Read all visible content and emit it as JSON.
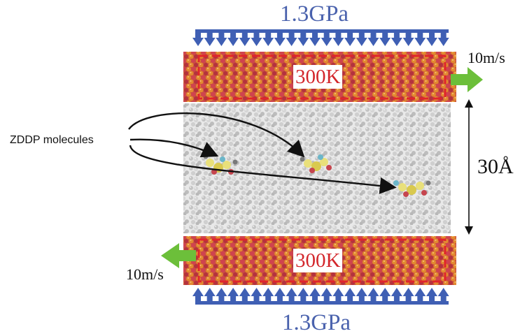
{
  "labels": {
    "pressure_top": "1.3GPa",
    "pressure_bottom": "1.3GPa",
    "speed_top": "10m/s",
    "speed_bottom": "10m/s",
    "temp_top": "300K",
    "temp_bottom": "300K",
    "gap_thickness": "30Å",
    "molecules": "ZDDP molecules"
  },
  "colors": {
    "pressure_arrows": "#3f5fb4",
    "velocity_arrows": "#6cbf3a",
    "thermostat_box": "#e0252b",
    "wall_atoms": [
      "#c0404a",
      "#e08a2e",
      "#b85a3a"
    ],
    "lubricant": "#c8c8c8"
  },
  "icons": {
    "velocity_top": "arrow-right-icon",
    "velocity_bottom": "arrow-left-icon",
    "pressure": "arrow-down-icon"
  }
}
